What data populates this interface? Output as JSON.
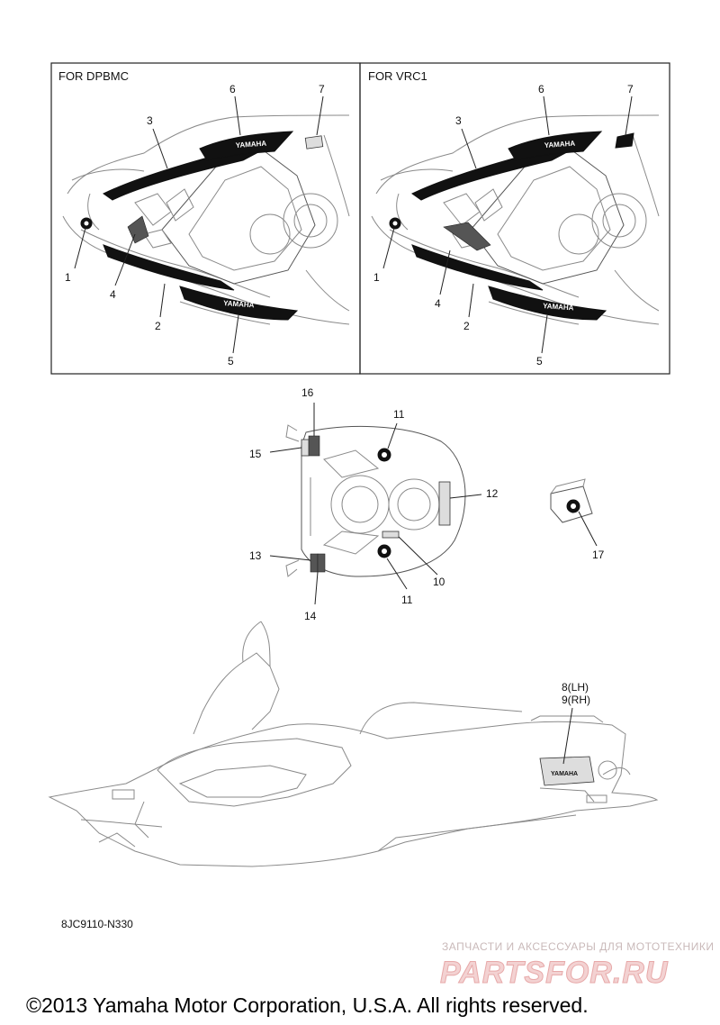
{
  "panels": [
    {
      "label": "FOR DPBMC"
    },
    {
      "label": "FOR VRC1"
    }
  ],
  "callouts": {
    "p1": [
      "1",
      "2",
      "3",
      "4",
      "5",
      "6",
      "7"
    ],
    "p2": [
      "1",
      "2",
      "3",
      "4",
      "5",
      "6",
      "7"
    ],
    "seat": [
      "16",
      "15",
      "11",
      "12",
      "13",
      "14",
      "11",
      "10",
      "17"
    ],
    "side": [
      "8(LH)",
      "9(RH)"
    ]
  },
  "decal_text": {
    "yamaha": "YAMAHA"
  },
  "diagram_code": "8JC9110-N330",
  "watermark": {
    "tagline": "ЗАПЧАСТИ И АКСЕССУАРЫ ДЛЯ МОТОТЕХНИКИ",
    "logo": "PARTSFOR.RU"
  },
  "copyright": "©2013 Yamaha Motor Corporation, U.S.A. All rights reserved."
}
